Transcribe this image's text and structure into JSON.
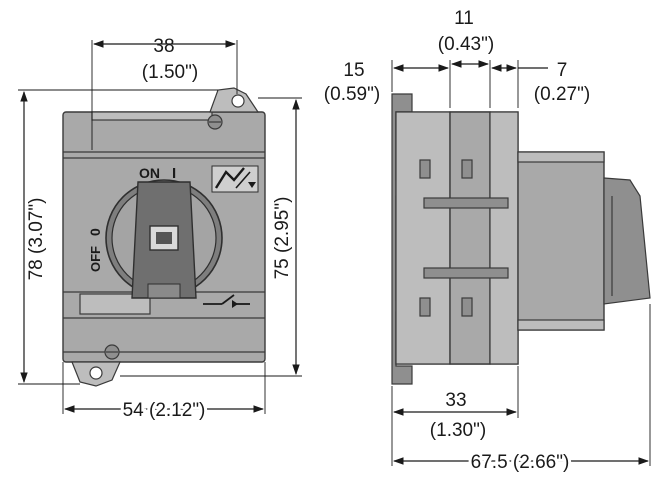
{
  "dimensions": {
    "width_38": {
      "value": "38",
      "inch": "(1.50\")"
    },
    "height_78": {
      "label": "78 (3.07\")"
    },
    "height_75": {
      "label": "75 (2.95\")"
    },
    "width_54": {
      "label": "54 (2.12\")"
    },
    "side_11": {
      "value": "11",
      "inch": "(0.43\")"
    },
    "side_15": {
      "value": "15",
      "inch": "(0.59\")"
    },
    "side_7": {
      "value": "7",
      "inch": "(0.27\")"
    },
    "side_33": {
      "value": "33",
      "inch": "(1.30\")"
    },
    "side_67": {
      "label": "67.5 (2.66\")"
    }
  },
  "markings": {
    "on": "ON",
    "on_symbol": "I",
    "off": "OFF",
    "off_symbol": "0"
  }
}
